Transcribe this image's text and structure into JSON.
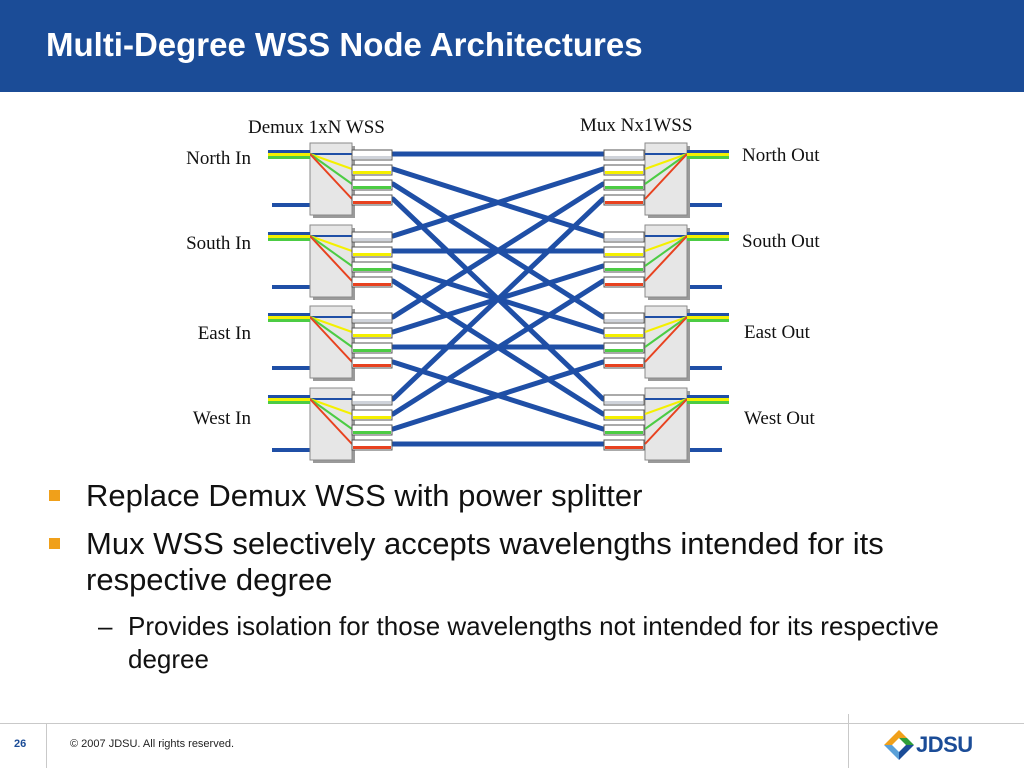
{
  "slide": {
    "title": "Multi-Degree WSS Node Architectures"
  },
  "diagram": {
    "demux_label": "Demux 1xN WSS",
    "mux_label": "Mux Nx1WSS",
    "inputs": [
      "North In",
      "South In",
      "East In",
      "West In"
    ],
    "outputs": [
      "North Out",
      "South Out",
      "East Out",
      "West Out"
    ],
    "colors": {
      "fiber": "#1f4fa6",
      "yellow": "#f4f000",
      "green": "#4ccc44",
      "red": "#e8421f",
      "port_gray": "#cfd3da",
      "module": "#e6e6e6"
    }
  },
  "bullets": [
    "Replace Demux WSS with power splitter",
    "Mux WSS selectively accepts wavelengths intended for its respective degree"
  ],
  "sub_bullets": [
    "Provides isolation for those wavelengths not intended for its respective degree"
  ],
  "footer": {
    "page_number": "26",
    "copyright": "© 2007 JDSU. All rights reserved.",
    "logo_text": "JDSU"
  },
  "theme": {
    "header_bg": "#1b4c97",
    "bullet_color": "#f0a01a"
  }
}
